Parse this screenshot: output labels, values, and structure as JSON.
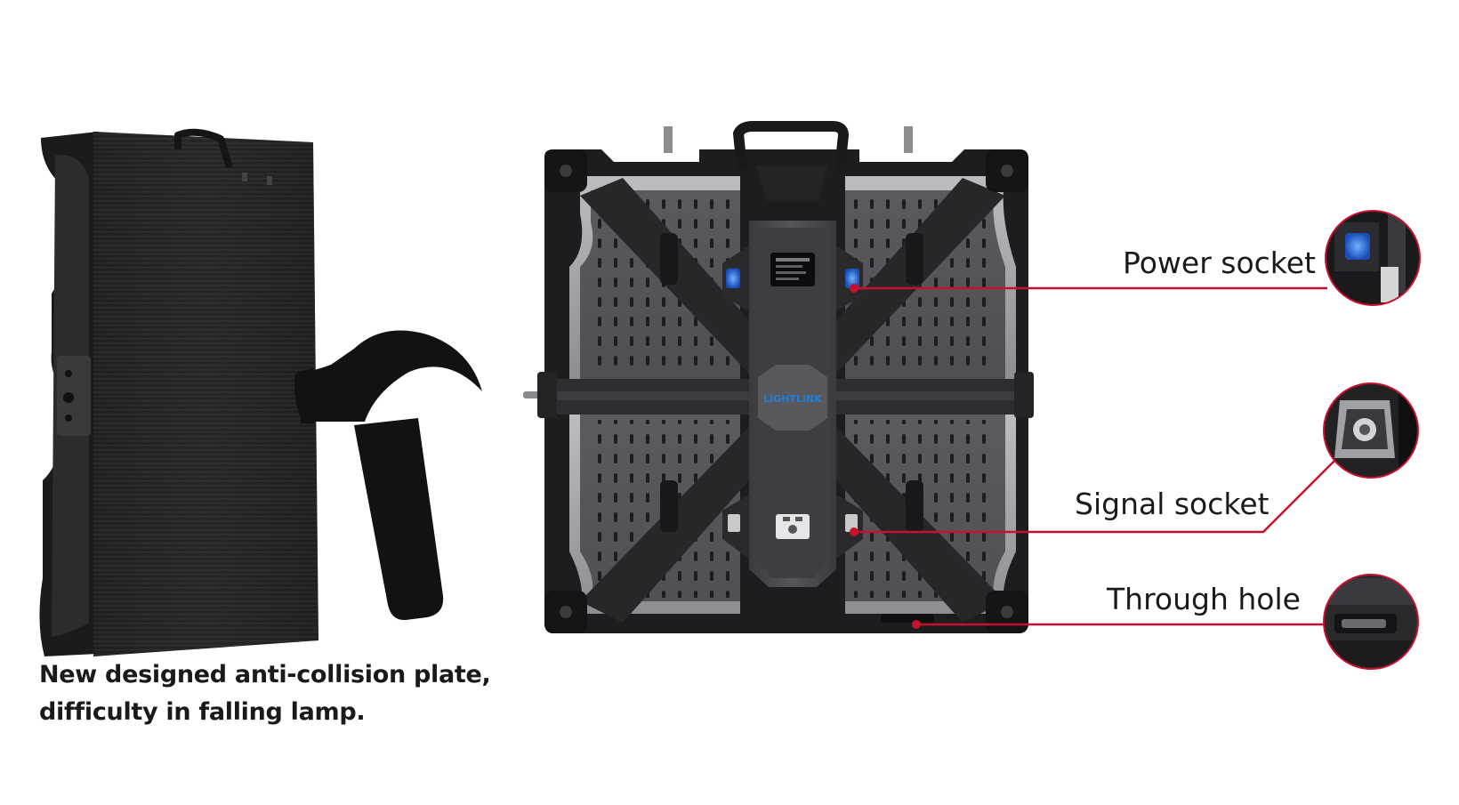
{
  "caption": {
    "line1": "New designed anti-collision plate,",
    "line2": "difficulty in falling lamp."
  },
  "brand_logo": "LIGHTLINK",
  "callouts": [
    {
      "label": "Power socket"
    },
    {
      "label": "Signal socket"
    },
    {
      "label": "Through hole"
    }
  ],
  "colors": {
    "callout_line": "#c8102e",
    "cabinet": "#2b2b2e",
    "cabinet_dark": "#161618",
    "hammer": "#121212",
    "power_socket_accent": "#1e5fd6",
    "logo_blue": "#1f7fd6"
  },
  "icons": [
    "hammer-icon"
  ]
}
